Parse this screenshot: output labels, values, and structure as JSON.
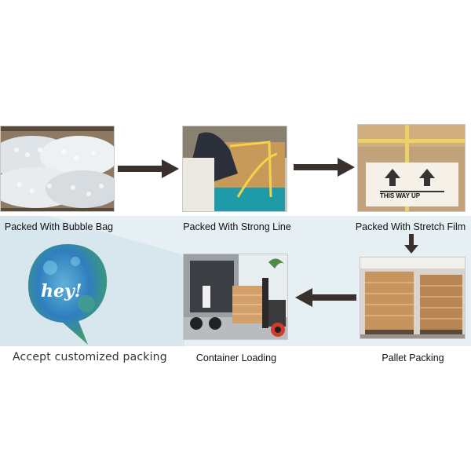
{
  "steps": [
    {
      "caption": "Packed With Bubble Bag"
    },
    {
      "caption": "Packed With Strong Line"
    },
    {
      "caption": "Packed With Stretch Film"
    },
    {
      "caption": "Pallet Packing"
    },
    {
      "caption": "Container Loading"
    }
  ],
  "box_label": "THIS WAY UP",
  "bubble": {
    "text": "hey!"
  },
  "custom_text": "Accept customized packing",
  "colors": {
    "band": "#e6eff4",
    "arrow": "#3a302c",
    "bubble_blue": "#2f7fbf",
    "bubble_green": "#3f9c6e"
  }
}
